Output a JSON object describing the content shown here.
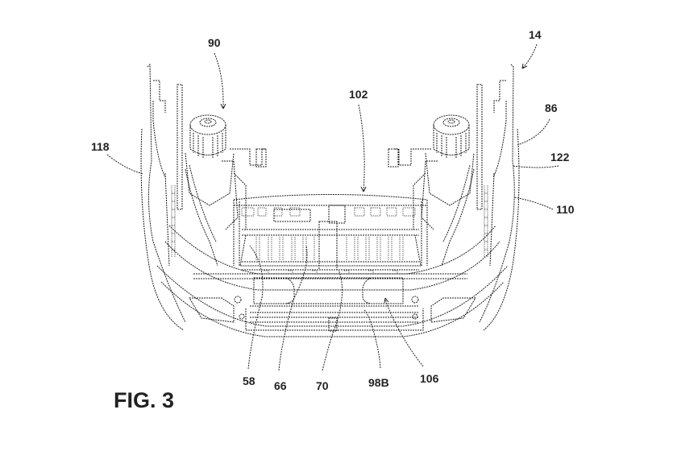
{
  "figure": {
    "title": "FIG. 3",
    "subject": "vehicle front end assembly"
  },
  "references": [
    {
      "id": "ref-14",
      "label": "14"
    },
    {
      "id": "ref-90",
      "label": "90"
    },
    {
      "id": "ref-102",
      "label": "102"
    },
    {
      "id": "ref-86",
      "label": "86"
    },
    {
      "id": "ref-118",
      "label": "118"
    },
    {
      "id": "ref-122",
      "label": "122"
    },
    {
      "id": "ref-110",
      "label": "110"
    },
    {
      "id": "ref-58",
      "label": "58"
    },
    {
      "id": "ref-66",
      "label": "66"
    },
    {
      "id": "ref-70",
      "label": "70"
    },
    {
      "id": "ref-98B",
      "label": "98B"
    },
    {
      "id": "ref-106",
      "label": "106"
    }
  ]
}
